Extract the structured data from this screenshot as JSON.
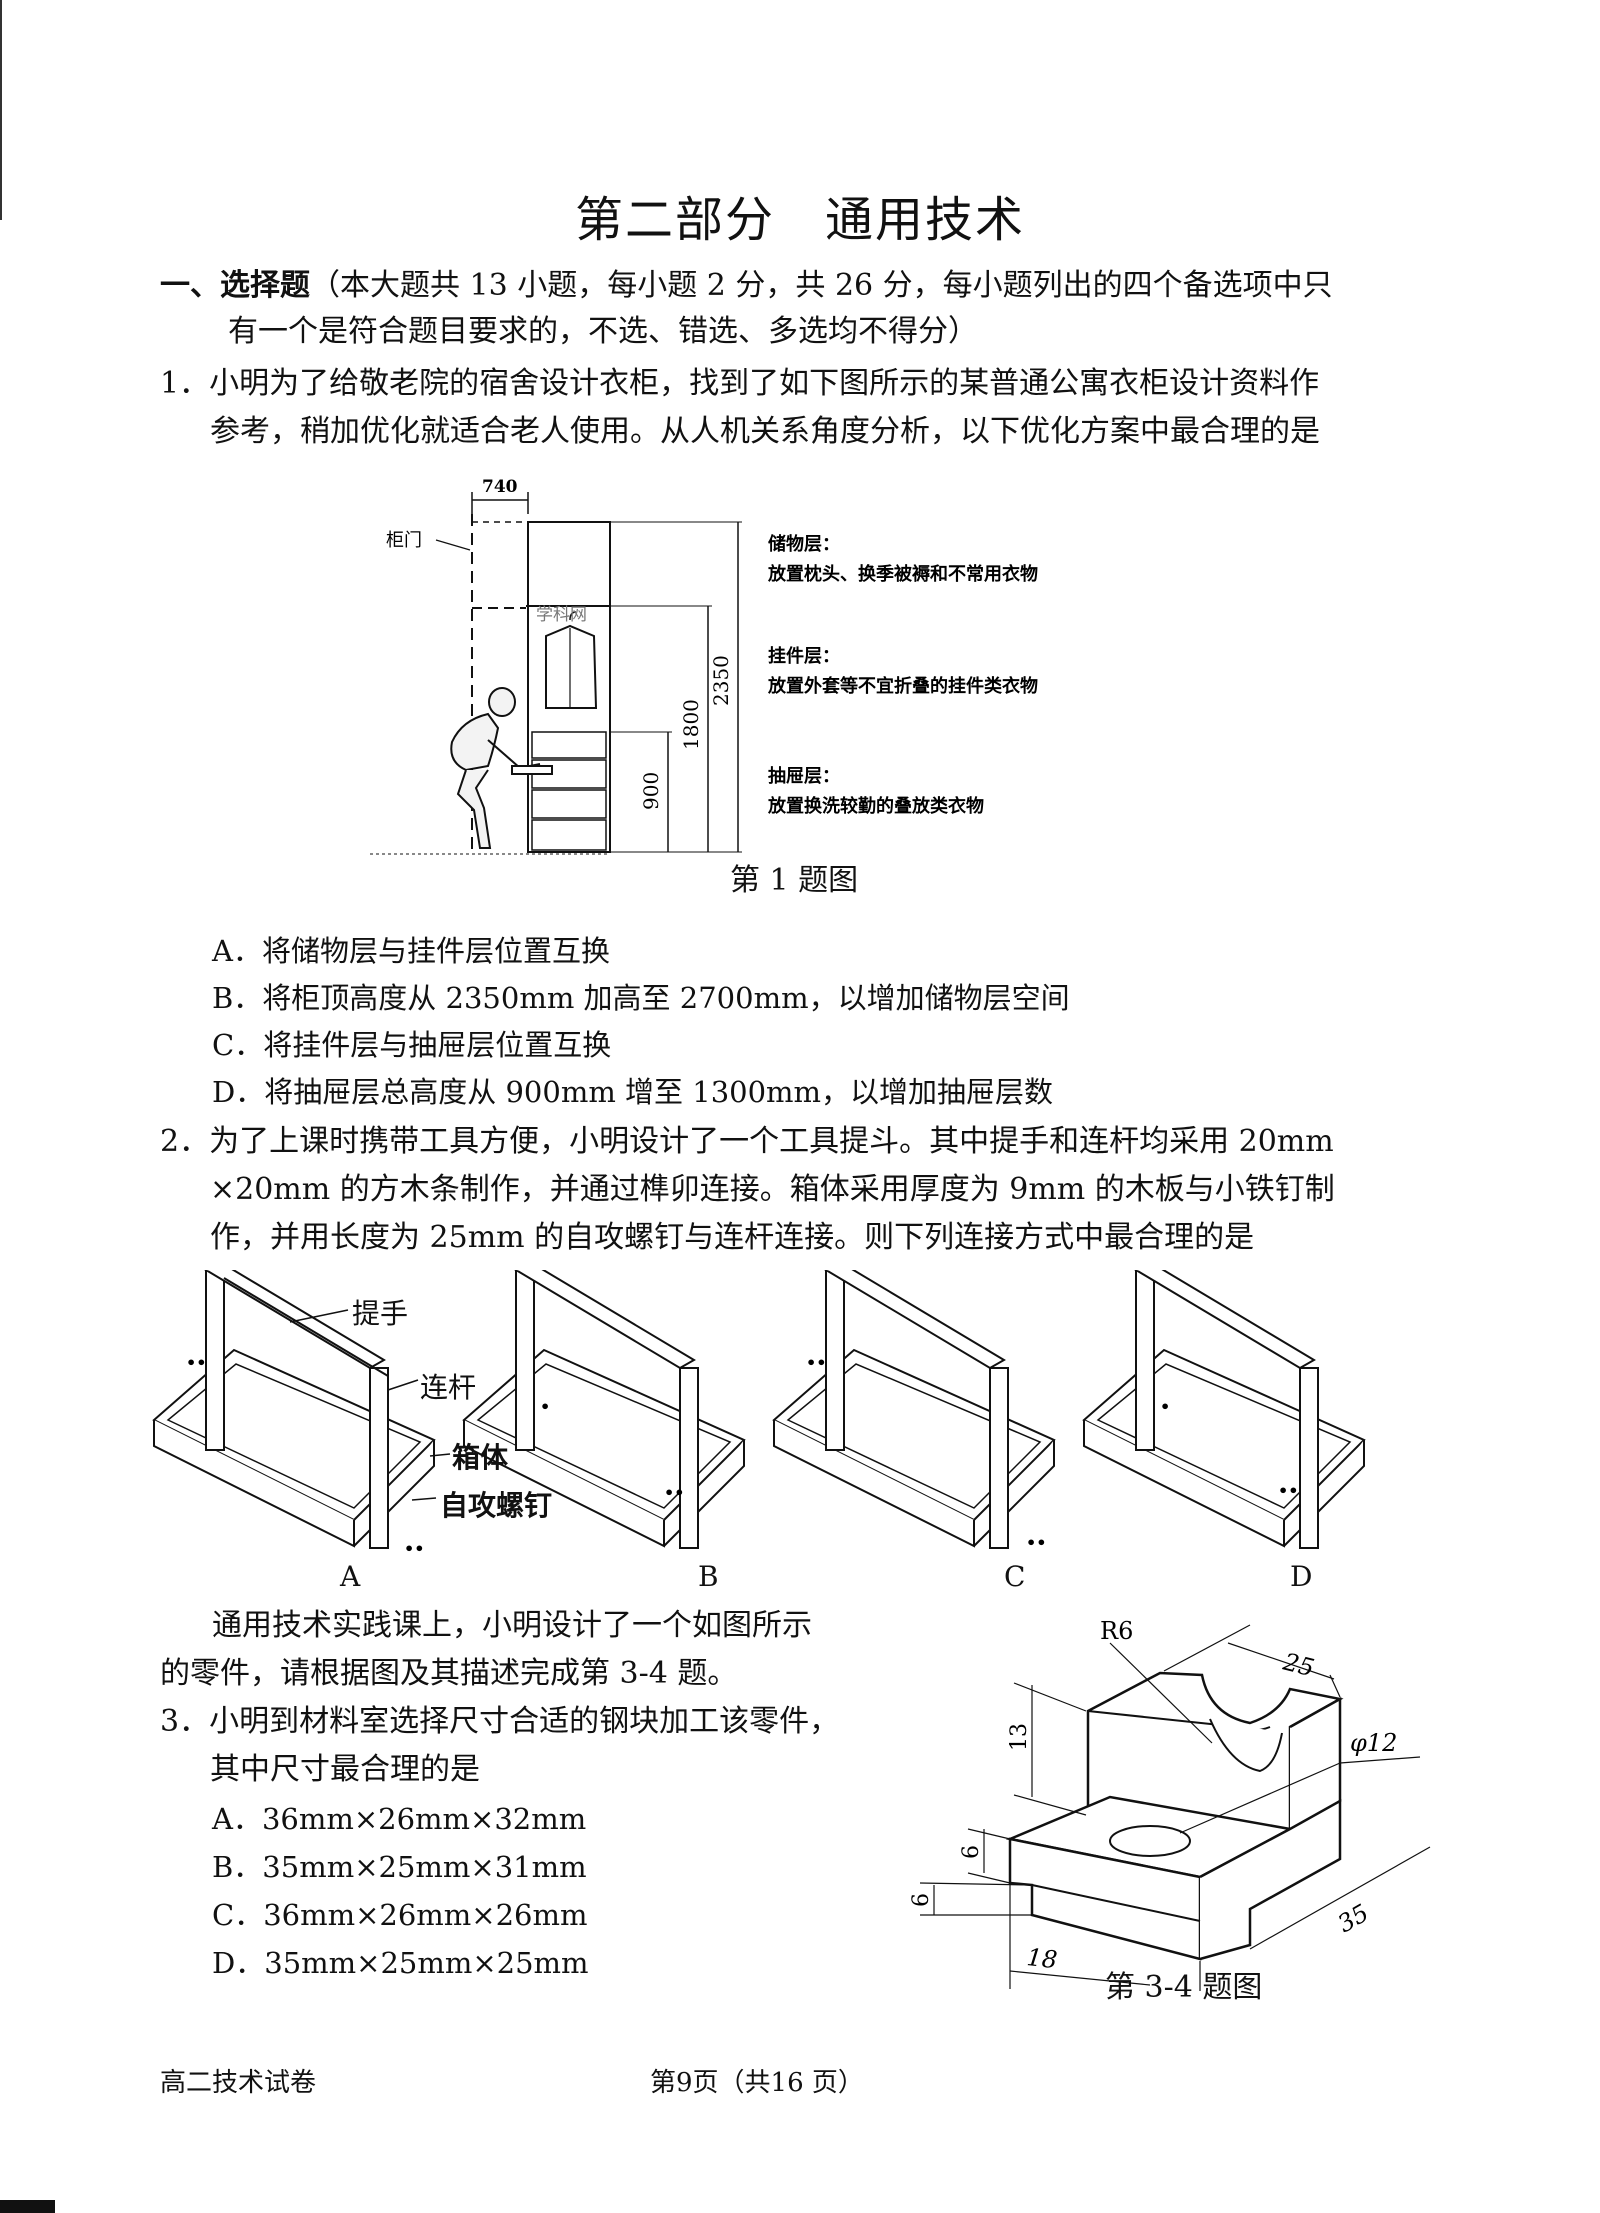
{
  "page": {
    "title": "第二部分　通用技术",
    "footer_left": "高二技术试卷",
    "footer_center": "第9页（共16 页）"
  },
  "section": {
    "heading": "一、选择题",
    "instructions_line1": "（本大题共 13 小题，每小题 2 分，共 26 分，每小题列出的四个备选项中只",
    "instructions_line2": "有一个是符合题目要求的，不选、错选、多选均不得分）"
  },
  "q1": {
    "stem_line1": "1．小明为了给敬老院的宿舍设计衣柜，找到了如下图所示的某普通公寓衣柜设计资料作",
    "stem_line2": "参考，稍加优化就适合老人使用。从人机关系角度分析，以下优化方案中最合理的是",
    "figure": {
      "dim_740": "740",
      "dim_2350": "2350",
      "dim_1800": "1800",
      "dim_900": "900",
      "door_label": "柜门",
      "watermark": "学科网",
      "storage_title": "储物层：",
      "storage_desc": "放置枕头、换季被褥和不常用衣物",
      "hanging_title": "挂件层：",
      "hanging_desc": "放置外套等不宜折叠的挂件类衣物",
      "drawer_title": "抽屉层：",
      "drawer_desc": "放置换洗较勤的叠放类衣物",
      "caption": "第 1 题图"
    },
    "options": [
      "A．将储物层与挂件层位置互换",
      "B．将柜顶高度从 2350mm 加高至 2700mm，以增加储物层空间",
      "C．将挂件层与抽屉层位置互换",
      "D．将抽屉层总高度从 900mm 增至 1300mm，以增加抽屉层数"
    ]
  },
  "q2": {
    "stem_line1": "2．为了上课时携带工具方便，小明设计了一个工具提斗。其中提手和连杆均采用 20mm",
    "stem_line2": "×20mm 的方木条制作，并通过榫卯连接。箱体采用厚度为 9mm 的木板与小铁钉制",
    "stem_line3": "作，并用长度为 25mm 的自攻螺钉与连杆连接。则下列连接方式中最合理的是",
    "labels": {
      "handle": "提手",
      "rod": "连杆",
      "box": "箱体",
      "screw": "自攻螺钉"
    },
    "choices": [
      "A",
      "B",
      "C",
      "D"
    ]
  },
  "intro34": {
    "line1": "通用技术实践课上，小明设计了一个如图所示",
    "line2": "的零件，请根据图及其描述完成第 3-4 题。"
  },
  "q3": {
    "stem_line1": "3．小明到材料室选择尺寸合适的钢块加工该零件，",
    "stem_line2": "其中尺寸最合理的是",
    "options": [
      "A．36mm×26mm×32mm",
      "B．35mm×25mm×31mm",
      "C．36mm×26mm×26mm",
      "D．35mm×25mm×25mm"
    ],
    "figure": {
      "r6": "R6",
      "d25": "25",
      "d13": "13",
      "phi12": "φ12",
      "d6a": "6",
      "d6b": "6",
      "d35": "35",
      "d18": "18",
      "caption": "第 3-4 题图"
    }
  }
}
